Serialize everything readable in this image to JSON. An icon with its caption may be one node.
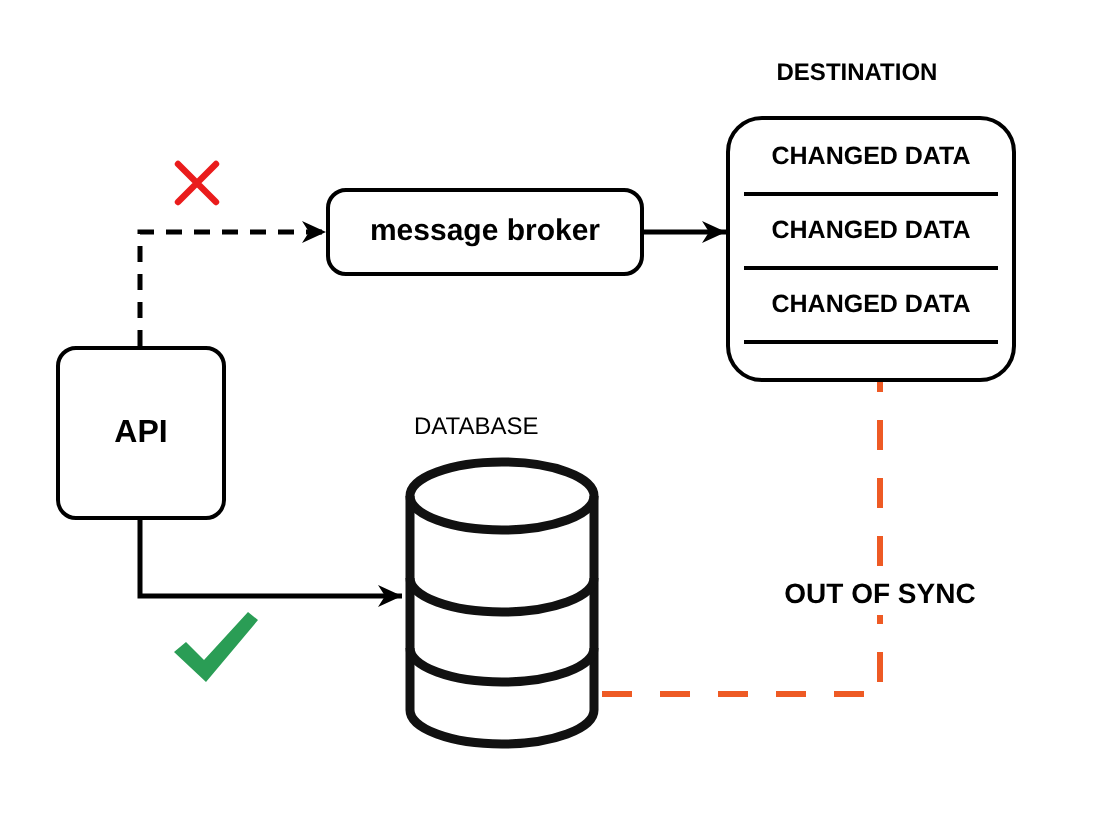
{
  "diagram": {
    "nodes": [
      {
        "text": [
          "API"
        ]
      },
      {
        "text": [
          "message broker"
        ]
      },
      {
        "text": [
          "DESTINATION",
          "CHANGED DATA",
          "CHANGED DATA",
          "CHANGED DATA"
        ]
      },
      {
        "text": [
          "DATABASE"
        ]
      }
    ],
    "edges": [
      {
        "from": 0,
        "to": 1,
        "arrow": "to",
        "style": "dashed"
      },
      {
        "from": 1,
        "to": 2,
        "arrow": "to"
      },
      {
        "from": 0,
        "to": 3,
        "arrow": "to"
      },
      {
        "from": 3,
        "to": 2,
        "arrow": "none",
        "style": "dashed",
        "color": "#ee5a24",
        "label": "OUT OF SYNC"
      }
    ]
  }
}
